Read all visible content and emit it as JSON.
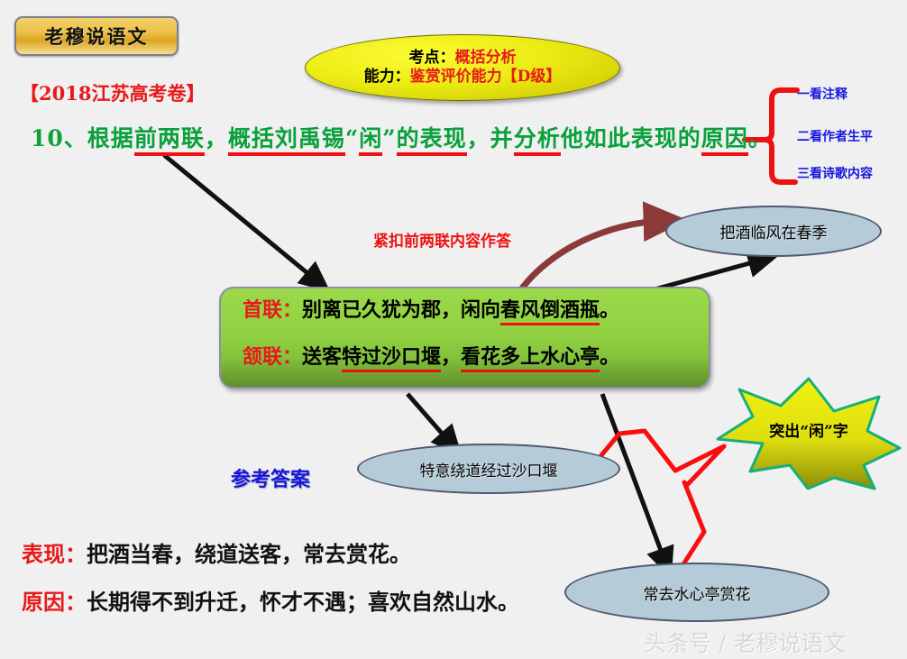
{
  "header": {
    "brand_button": "老穆说语文",
    "exam_label": "【2018江苏高考卷】"
  },
  "keypoint": {
    "point_label": "考点：",
    "point_value": "概括分析",
    "ability_label": "能力：",
    "ability_value": "鉴赏评价能力【D级】"
  },
  "question": {
    "number": "10、",
    "part1": "根据",
    "underline1": "前两联",
    "part2": "，",
    "underline2": "概括刘禹锡",
    "part3": "“",
    "underline3": "闲",
    "part4": "”",
    "underline4": "的表现",
    "part5": "，并",
    "underline5": "分析",
    "part6": "他如此表现的",
    "underline6": "原因",
    "part7": "。"
  },
  "brace": {
    "items": [
      "一看注释",
      "二看作者生平",
      "三看诗歌内容"
    ]
  },
  "poem": {
    "line1_tag": "首联：",
    "line1_a": "别离已久犹为郡，闲向",
    "line1_underline": "春风倒酒瓶",
    "line1_b": "。",
    "line2_tag": "颔联：",
    "line2_a": "送客",
    "line2_underline1": "特过沙口堰",
    "line2_b": "，",
    "line2_underline2": "看花多上水心亭",
    "line2_c": "。"
  },
  "callouts": {
    "curve_caption": "紧扣前两联内容作答",
    "ellipse_spring": "把酒临风在春季",
    "ellipse_detour": "特意绕道经过沙口堰",
    "ellipse_flowers": "常去水心亭赏花",
    "star_label": "突出“闲”字"
  },
  "answers": {
    "reference_label": "参考答案",
    "rows": [
      {
        "tag": "表现：",
        "text": "把酒当春，绕道送客，常去赏花。"
      },
      {
        "tag": "原因：",
        "text": "长期得不到升迁，怀才不遇；喜欢自然山水。"
      }
    ]
  },
  "watermark": "头条号 / 老穆说语文",
  "colors": {
    "red": "#ee1111",
    "green_text": "#0aa03c",
    "blue_text": "#1616e0",
    "gold": "#eec24a",
    "poem_green": "#92d242",
    "ellipse_blue": "#b6cbd8",
    "star_yellow": "#ecec14",
    "star_outline": "#15b07a"
  }
}
